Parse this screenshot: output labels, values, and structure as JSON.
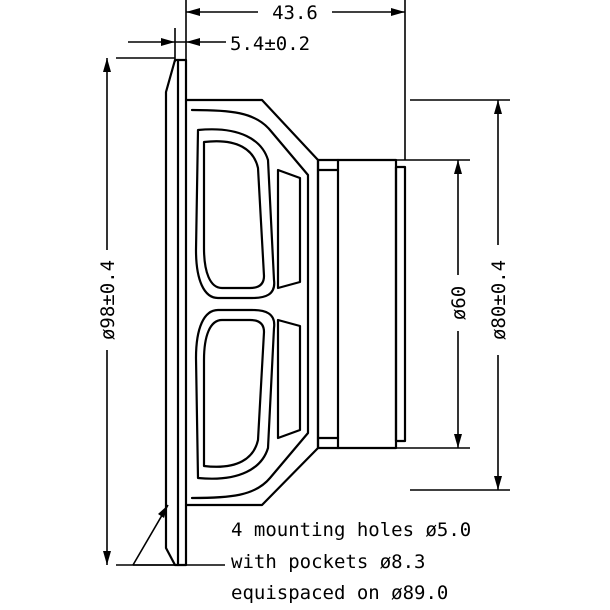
{
  "dimensions": {
    "depth": "43.6",
    "flange_thickness": "5.4±0.2",
    "outer_diameter": "ø98±0.4",
    "magnet_diameter": "ø60",
    "rear_diameter": "ø80±0.4"
  },
  "notes": [
    "4 mounting holes ø5.0",
    "with pockets ø8.3",
    "equispaced on ø89.0"
  ]
}
